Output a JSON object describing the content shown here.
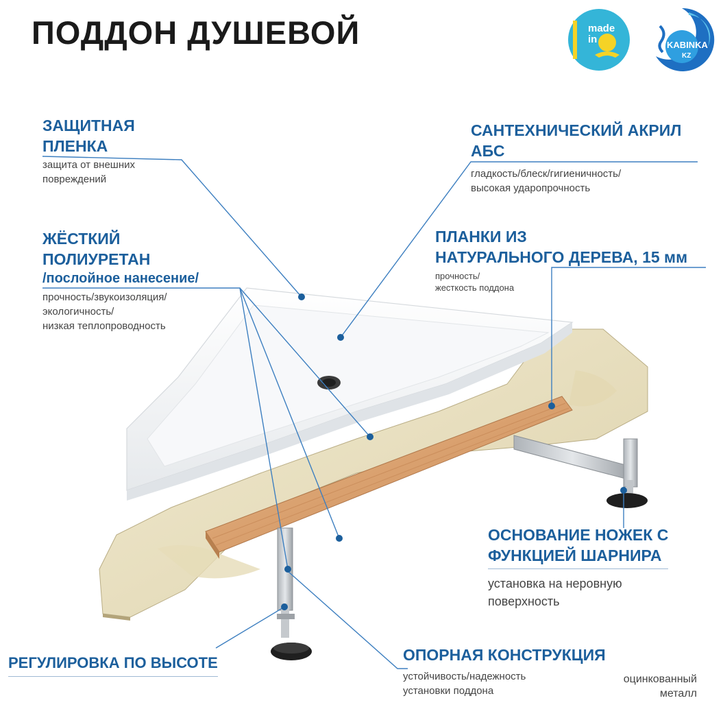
{
  "title": "ПОДДОН ДУШЕВОЙ",
  "badges": {
    "made_in": {
      "line1": "made",
      "line2": "in"
    },
    "brand": {
      "name": "KABINKA",
      "suffix": "KZ"
    }
  },
  "callouts": {
    "film": {
      "heading_1": "ЗАЩИТНАЯ",
      "heading_2": "ПЛЕНКА",
      "desc_1": "защита от внешних",
      "desc_2": "повреждений"
    },
    "polyurethane": {
      "heading_1": "ЖЁСТКИЙ",
      "heading_2": "ПОЛИУРЕТАН",
      "heading_3": "/послойное нанесение/",
      "desc_1": "прочность/звукоизоляция/",
      "desc_2": "экологичность/",
      "desc_3": "низкая теплопроводность"
    },
    "acrylic": {
      "heading_1": "САНТЕХНИЧЕСКИЙ АКРИЛ",
      "heading_2": "АБС",
      "desc_1": "гладкость/блеск/гигиеничность/",
      "desc_2": "высокая ударопрочность"
    },
    "wood": {
      "heading_1": "ПЛАНКИ ИЗ",
      "heading_2": "НАТУРАЛЬНОГО ДЕРЕВА, 15 мм",
      "desc_1": "прочность/",
      "desc_2": "жесткость поддона"
    },
    "hinge": {
      "heading_1": "ОСНОВАНИЕ НОЖЕК С",
      "heading_2": "ФУНКЦИЕЙ ШАРНИРА",
      "desc_1": "установка на неровную",
      "desc_2": "поверхность"
    },
    "height": {
      "heading_1": "РЕГУЛИРОВКА ПО ВЫСОТЕ"
    },
    "support": {
      "heading_1": "ОПОРНАЯ КОНСТРУКЦИЯ",
      "desc_1": "устойчивость/надежность",
      "desc_2": "установки поддона",
      "note_1": "оцинкованный",
      "note_2": "металл"
    }
  },
  "colors": {
    "heading": "#1c5f9c",
    "line": "#3d7fc0",
    "text": "#444444",
    "acrylic": "#f4f6f8",
    "polyurethane": "#ece4c6",
    "wood": "#dca67a",
    "steel": "#c9cdd1"
  }
}
